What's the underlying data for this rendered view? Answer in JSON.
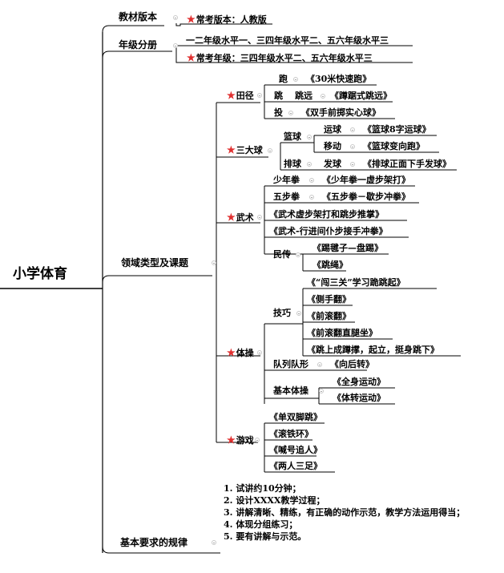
{
  "root": {
    "label": "小学体育"
  },
  "textbook": {
    "label": "教材版本",
    "common": "常考版本：人教版"
  },
  "grade": {
    "label": "年级分册",
    "levels": "一二年级水平一、三四年级水平二、五六年级水平三",
    "common": "常考年级：三四年级水平二、五六年级水平三"
  },
  "domain": {
    "label": "领域类型及课题",
    "athletics": {
      "label": "田径",
      "run": {
        "label": "跑",
        "topic": "《30米快速跑》"
      },
      "jump": {
        "label": "跳",
        "sub": "跳远",
        "topic": "《蹲踞式跳远》"
      },
      "throw": {
        "label": "投",
        "topic": "《双手前掷实心球》"
      }
    },
    "balls": {
      "label": "三大球",
      "basketball": {
        "label": "篮球",
        "dribble": "运球",
        "dribble_topic": "《篮球8字运球》",
        "move": "移动",
        "move_topic": "《篮球变向跑》"
      },
      "volleyball": {
        "label": "排球",
        "serve": "发球",
        "serve_topic": "《排球正面下手发球》"
      }
    },
    "martial": {
      "label": "武术",
      "youth": {
        "label": "少年拳",
        "topic": "《少年拳一虚步架打》"
      },
      "five": {
        "label": "五步拳",
        "topic": "《五步拳－歇步冲拳》"
      },
      "t1": "《武术虚步架打和跳步推掌》",
      "t2": "《武术-行进间仆步接手冲拳》",
      "folk": {
        "label": "民传",
        "t1": "《踢毽子—盘踢》",
        "t2": "《跳绳》"
      }
    },
    "gym": {
      "label": "体操",
      "skill": {
        "label": "技巧",
        "t1": "《“闯三关”学习跪跳起》",
        "t2": "《侧手翻》",
        "t3": "《前滚翻》",
        "t4": "《前滚翻直腿坐》",
        "t5": "《跳上成蹲撑，起立，挺身跳下》"
      },
      "formation": {
        "label": "队列队形",
        "topic": "《向后转》"
      },
      "basic": {
        "label": "基本体操",
        "t1": "《全身运动》",
        "t2": "《体转运动》"
      }
    },
    "games": {
      "label": "游戏",
      "t1": "《单双脚跳》",
      "t2": "《滚铁环》",
      "t3": "《喊号追人》",
      "t4": "《两人三足》"
    }
  },
  "requirements": {
    "label": "基本要求的规律",
    "items": [
      "1. 试讲约10分钟；",
      "2. 设计XXXX教学过程；",
      "3. 讲解清晰、精练，有正确的动作示范，教学方法运用得当；",
      "4. 体现分组练习；",
      "5. 要有讲解与示范。"
    ]
  },
  "colors": {
    "star": "#e03030",
    "line": "#000000",
    "collapse_circle": "#c9c9c9"
  }
}
